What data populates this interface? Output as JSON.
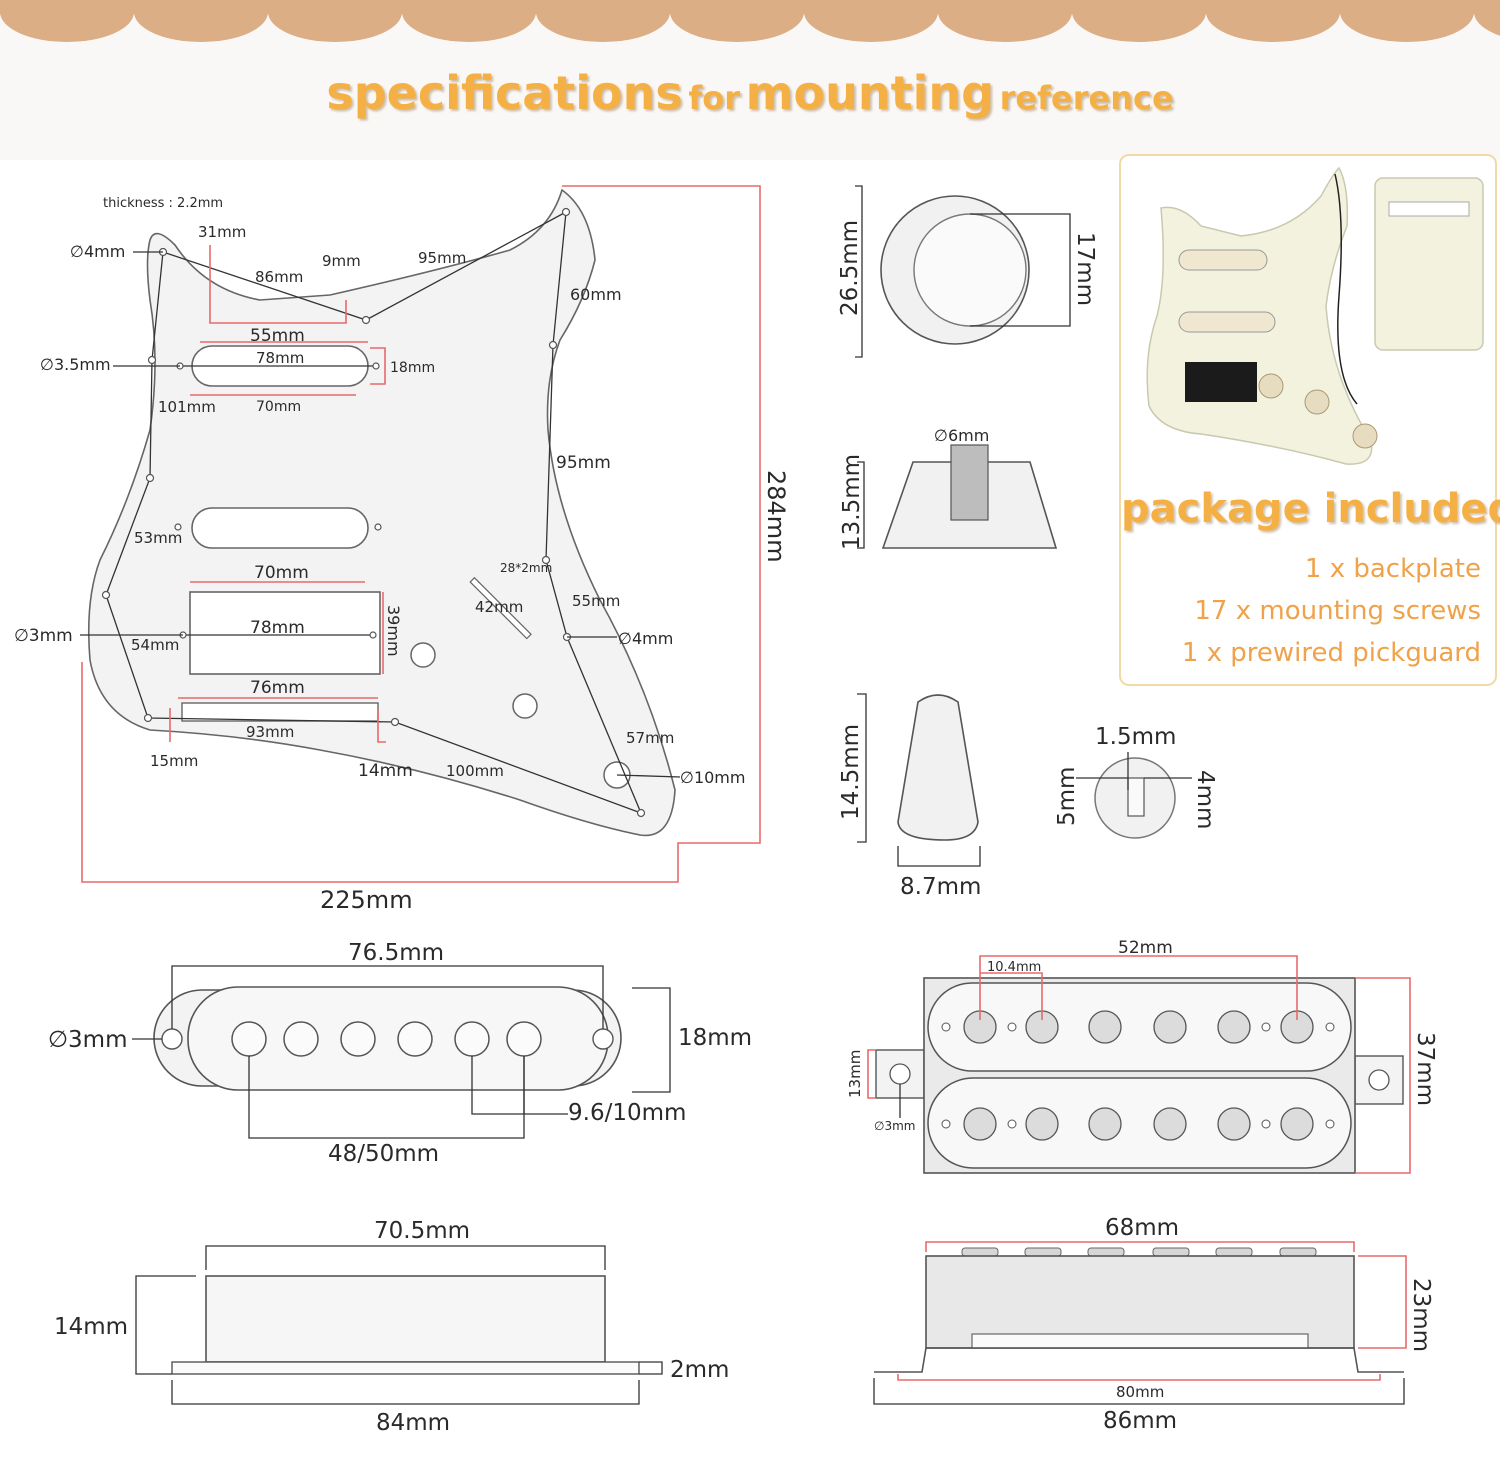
{
  "header": {
    "title_parts": [
      "specifications",
      "for",
      "mounting",
      "reference"
    ]
  },
  "package": {
    "title": "package included:",
    "items": [
      "1 x backplate",
      "17 x mounting screws",
      "1 x prewired pickguard"
    ]
  },
  "pickguard": {
    "thickness": "thickness : 2.2mm",
    "d4a": "∅4mm",
    "d35": "∅3.5mm",
    "d3": "∅3mm",
    "d4b": "∅4mm",
    "d10": "∅10mm",
    "m31": "31mm",
    "m86": "86mm",
    "m9": "9mm",
    "m95a": "95mm",
    "m60": "60mm",
    "m55a": "55mm",
    "m78a": "78mm",
    "m18": "18mm",
    "m101": "101mm",
    "m70a": "70mm",
    "m95b": "95mm",
    "m53": "53mm",
    "m28": "28*2mm",
    "m42": "42mm",
    "m55b": "55mm",
    "m70b": "70mm",
    "m78b": "78mm",
    "m39": "39mm",
    "m54": "54mm",
    "m76": "76mm",
    "m93": "93mm",
    "m15": "15mm",
    "m14": "14mm",
    "m100": "100mm",
    "m57": "57mm",
    "m225": "225mm",
    "m284": "284mm"
  },
  "knob": {
    "h": "26.5mm",
    "inner": "17mm",
    "d6": "∅6mm",
    "h2": "13.5mm"
  },
  "switch_tip": {
    "h": "14.5mm",
    "w": "8.7mm",
    "slot": "1.5mm",
    "h5": "5mm",
    "w4": "4mm"
  },
  "single_coil": {
    "top": "76.5mm",
    "hole": "∅3mm",
    "h": "18mm",
    "pole": "9.6/10mm",
    "span": "48/50mm"
  },
  "humbucker": {
    "w52": "52mm",
    "s104": "10.4mm",
    "h37": "37mm",
    "tab": "13mm",
    "hole": "∅3mm"
  },
  "single_side": {
    "top": "70.5mm",
    "h": "14mm",
    "base": "2mm",
    "w": "84mm"
  },
  "hum_side": {
    "top": "68mm",
    "h": "23mm",
    "inner": "80mm",
    "w": "86mm"
  },
  "colors": {
    "accent": "#f5b045",
    "band": "#dcae86",
    "dim_red": "#e86a6a"
  }
}
